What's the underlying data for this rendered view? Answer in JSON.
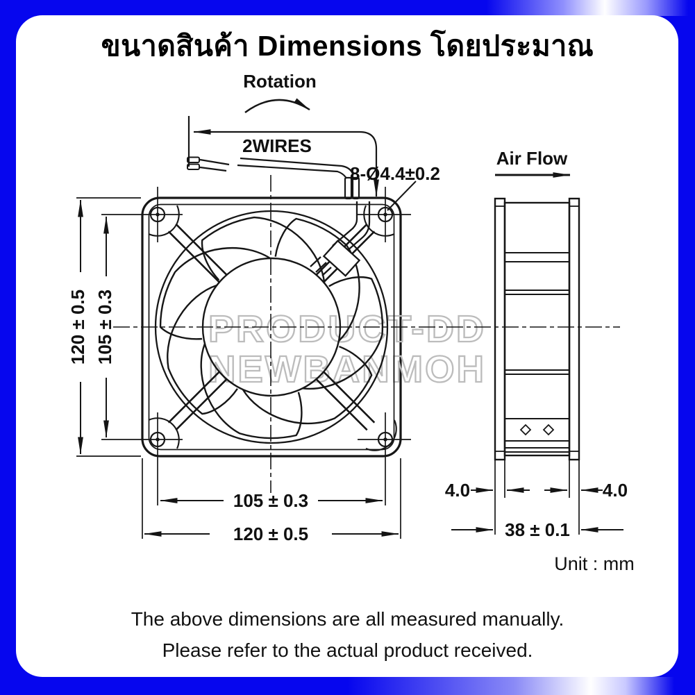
{
  "colors": {
    "frame_blue": "#0606ee",
    "line_black": "#161616",
    "watermark_gray": "#bcbcbc",
    "background": "#ffffff"
  },
  "title": "ขนาดสินค้า Dimensions โดยประมาณ",
  "labels": {
    "rotation": "Rotation",
    "wires": "2WIRES",
    "mounting_holes": "8-Ø4.4±0.2",
    "air_flow": "Air Flow",
    "unit": "Unit : mm"
  },
  "front_view": {
    "height_dim": "120 ± 0.5",
    "hole_pitch_vertical_dim": "105 ± 0.3",
    "hole_pitch_horizontal_dim": "105 ± 0.3",
    "width_dim": "120 ± 0.5"
  },
  "side_view": {
    "left_flange_dim": "4.0",
    "right_flange_dim": "4.0",
    "depth_dim": "38 ± 0.1"
  },
  "watermark": {
    "line1": "PRODUCT-DD",
    "line2": "NEWBANMOH"
  },
  "footer": {
    "line1": "The above dimensions are all measured manually.",
    "line2": "Please refer to the actual product received."
  }
}
